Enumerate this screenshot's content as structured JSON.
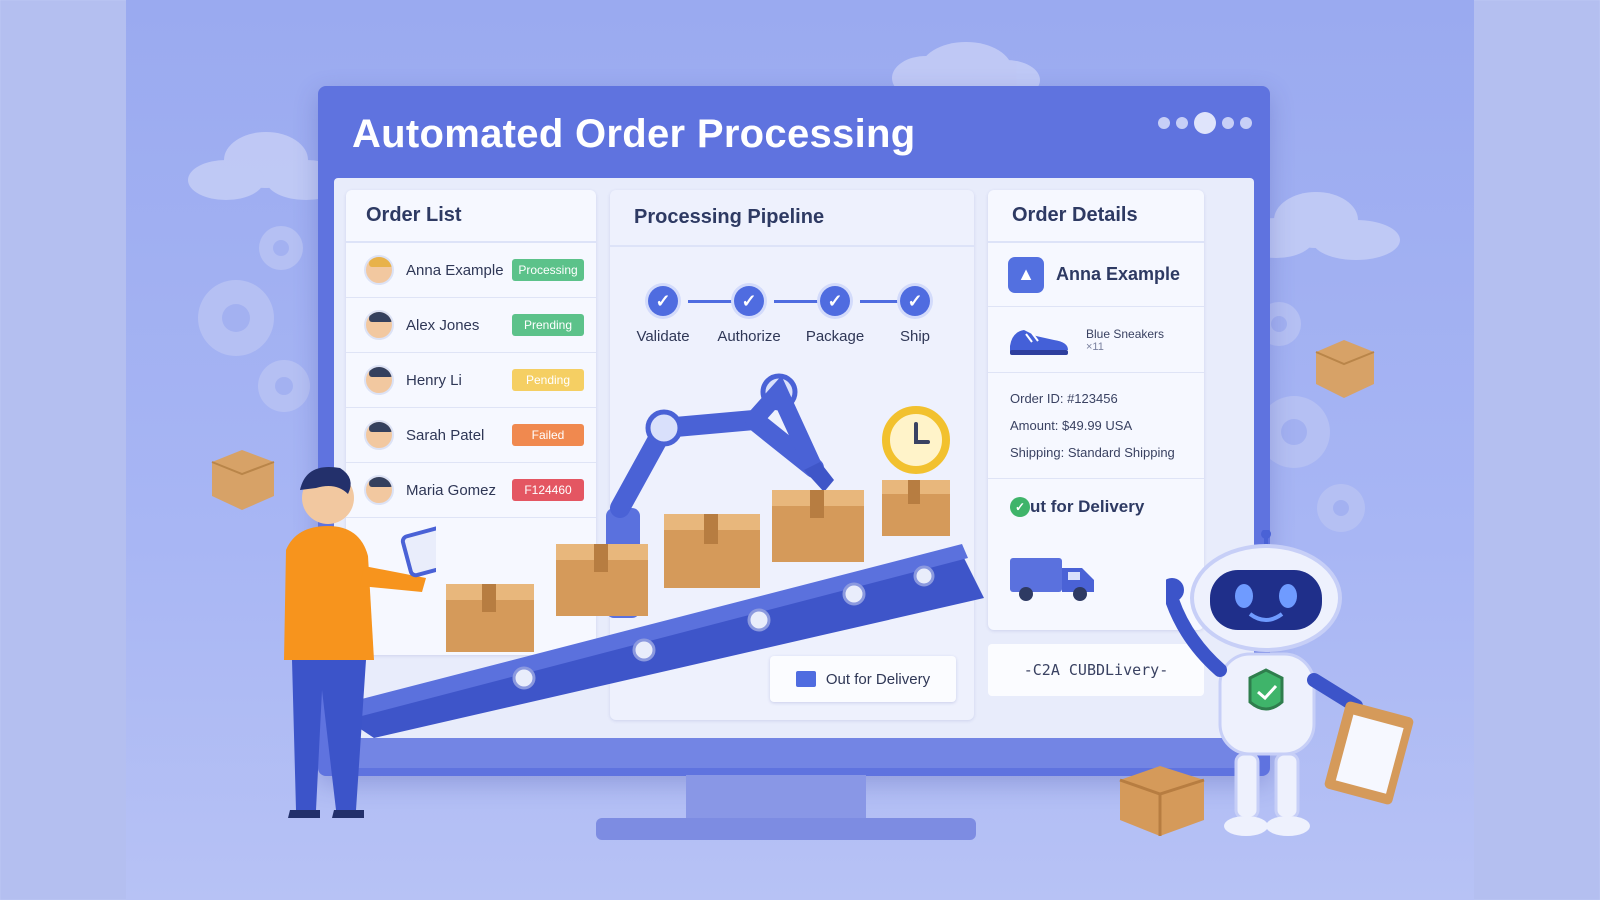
{
  "app": {
    "title": "Automated Order Processing"
  },
  "order_list": {
    "heading": "Order List",
    "orders": [
      {
        "name": "Anna Example",
        "status": "Processing",
        "status_color": "#5cc28a"
      },
      {
        "name": "Alex Jones",
        "status": "Prending",
        "status_color": "#5cc28a"
      },
      {
        "name": "Henry Li",
        "status": "Pending",
        "status_color": "#f5cf63"
      },
      {
        "name": "Sarah Patel",
        "status": "Failed",
        "status_color": "#f0894f"
      },
      {
        "name": "Maria Gomez",
        "status": "F124460",
        "status_color": "#e45662"
      }
    ]
  },
  "pipeline": {
    "heading": "Processing Pipeline",
    "steps": [
      {
        "label": "Validate",
        "done": true
      },
      {
        "label": "Authorize",
        "done": true
      },
      {
        "label": "Package",
        "done": true
      },
      {
        "label": "Ship",
        "done": true
      }
    ],
    "button_label": "Out for Delivery"
  },
  "order_details": {
    "heading": "Order Details",
    "customer": "Anna Example",
    "product": {
      "name": "Blue Sneakers",
      "qty": "×11"
    },
    "order_id": "Order ID: #123456",
    "amount": "Amount: $49.99 USA",
    "shipping": "Shipping: Standard Shipping",
    "status": "ut for Delivery",
    "footer_text": "-C2A CUBDLivery-"
  },
  "icons": {
    "check": "check-icon",
    "customer": "person-icon",
    "product": "sneaker-icon",
    "truck": "delivery-truck-icon",
    "clock": "clock-icon",
    "robot": "robot-icon"
  },
  "colors": {
    "accent": "#4f6ce0",
    "frame": "#5f73df",
    "success": "#3fb46a"
  }
}
